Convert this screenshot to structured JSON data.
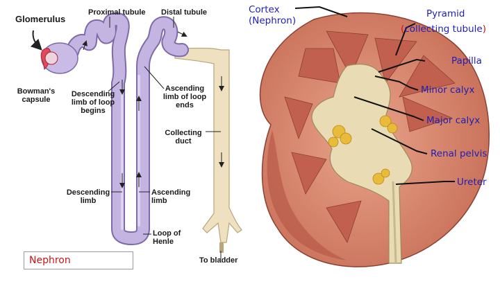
{
  "nephron_diagram": {
    "labels": {
      "glomerulus": "Glomerulus",
      "proximal_tubule": "Proximal tubule",
      "distal_tubule": "Distal tubule",
      "bowmans_capsule_1": "Bowman's",
      "bowmans_capsule_2": "capsule",
      "desc_begins_1": "Descending",
      "desc_begins_2": "limb of loop",
      "desc_begins_3": "begins",
      "asc_ends_1": "Ascending",
      "asc_ends_2": "limb of loop",
      "asc_ends_3": "ends",
      "collecting_duct_1": "Collecting",
      "collecting_duct_2": "duct",
      "descending_limb_1": "Descending",
      "descending_limb_2": "limb",
      "ascending_limb_1": "Ascending",
      "ascending_limb_2": "limb",
      "loop_of_henle_1": "Loop of",
      "loop_of_henle_2": "Henle",
      "to_bladder": "To bladder"
    },
    "caption": "Nephron"
  },
  "kidney_diagram": {
    "labels": {
      "cortex_1": "Cortex",
      "cortex_2": "(Nephron)",
      "pyramid": "Pyramid",
      "collecting_tubule_open": "(",
      "collecting_tubule_text": "collecting tubule",
      "collecting_tubule_close": ")",
      "papilla": "Papilla",
      "minor_calyx": "Minor calyx",
      "major_calyx": "Major calyx",
      "renal_pelvis": "Renal pelvis",
      "ureter": "Ureter"
    }
  },
  "colors": {
    "nephron_tube": "#b7a6d8",
    "nephron_tube_edge": "#7d6aa8",
    "collecting_duct": "#efe0bf",
    "glomerulus": "#e04a5a",
    "kidney_cortex": "#d98b70",
    "kidney_pyramid": "#c96a5a",
    "kidney_pelvis": "#e9dcb4",
    "fat": "#e8bb3a",
    "label_blue": "#1f1fb4",
    "caption_red": "#c81414"
  }
}
